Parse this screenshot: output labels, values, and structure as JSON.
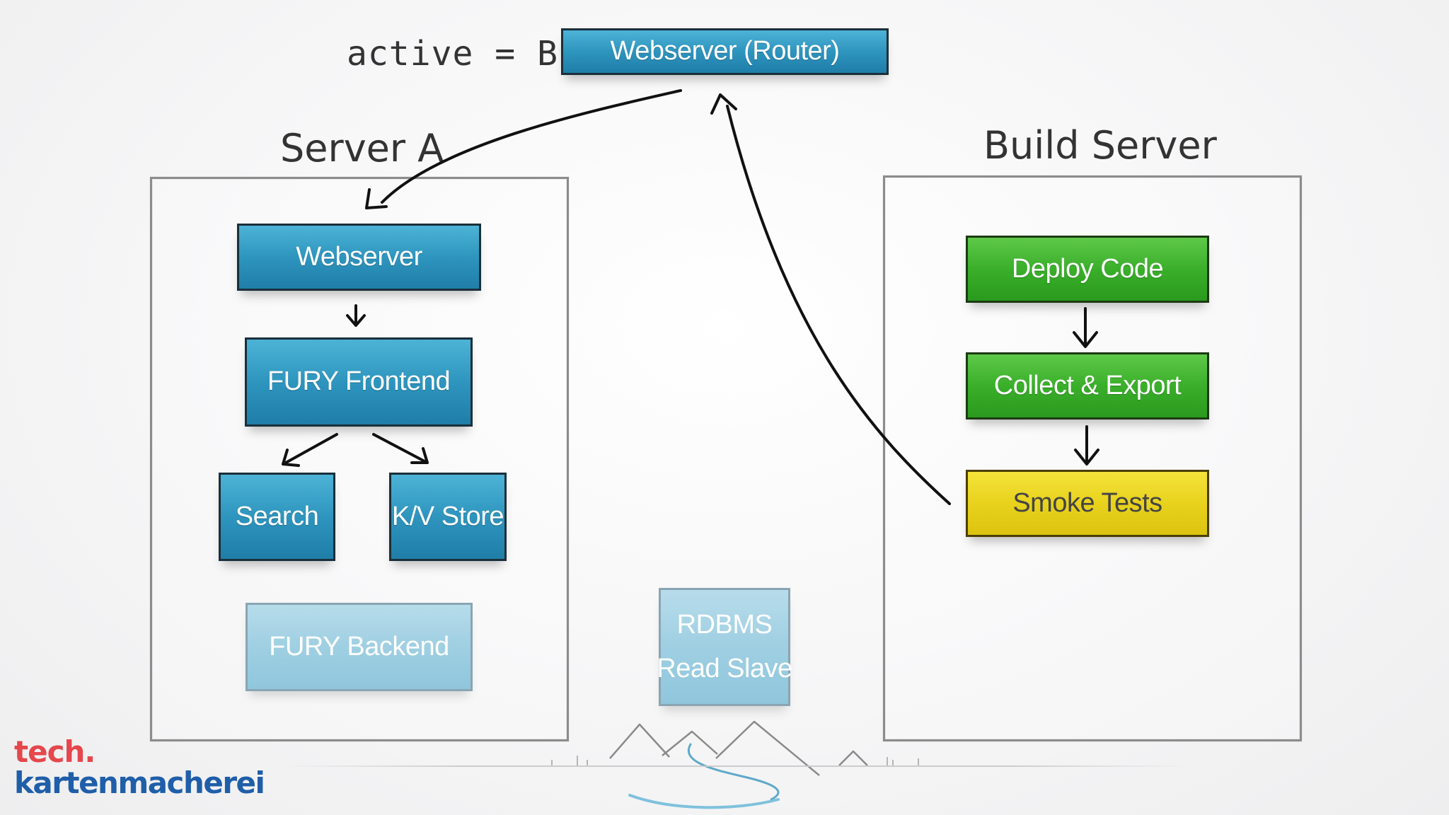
{
  "active_label": "active = B",
  "router": {
    "label": "Webserver (Router)"
  },
  "server_a": {
    "title": "Server A",
    "webserver": "Webserver",
    "fury_frontend": "FURY Frontend",
    "search": "Search",
    "kv_store": "K/V Store",
    "fury_backend": "FURY Backend"
  },
  "rdbms": {
    "line1": "RDBMS",
    "line2": "Read Slave"
  },
  "build_server": {
    "title": "Build Server",
    "deploy_code": "Deploy Code",
    "collect_export": "Collect & Export",
    "smoke_tests": "Smoke Tests"
  },
  "logo": {
    "line1": "tech.",
    "line2": "kartenmacherei"
  },
  "colors": {
    "blue_box": "#2e95be",
    "faded_blue_box": "#9fcfe2",
    "green_box": "#3aaf2a",
    "yellow_box": "#e8d21d",
    "panel_border": "#8c8c8c",
    "logo_red": "#e5474b",
    "logo_blue": "#1f5ea8"
  }
}
